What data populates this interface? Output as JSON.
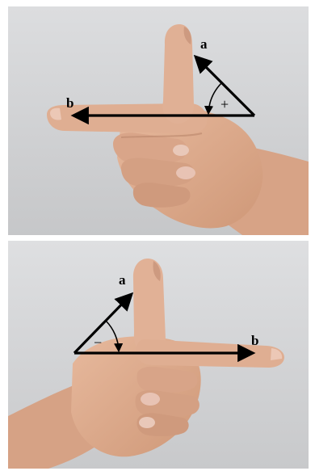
{
  "panels": [
    {
      "vector_a_label": "a",
      "vector_b_label": "b",
      "angle_sign": "+"
    },
    {
      "vector_a_label": "a",
      "vector_b_label": "b",
      "angle_sign": "−"
    }
  ],
  "colors": {
    "background_top": "#d9dadb",
    "background_bottom": "#c9cacc",
    "skin": "#dcab8f",
    "skin_shadow": "#c48b6e",
    "arrow": "#000000",
    "frame": "#ffffff"
  }
}
